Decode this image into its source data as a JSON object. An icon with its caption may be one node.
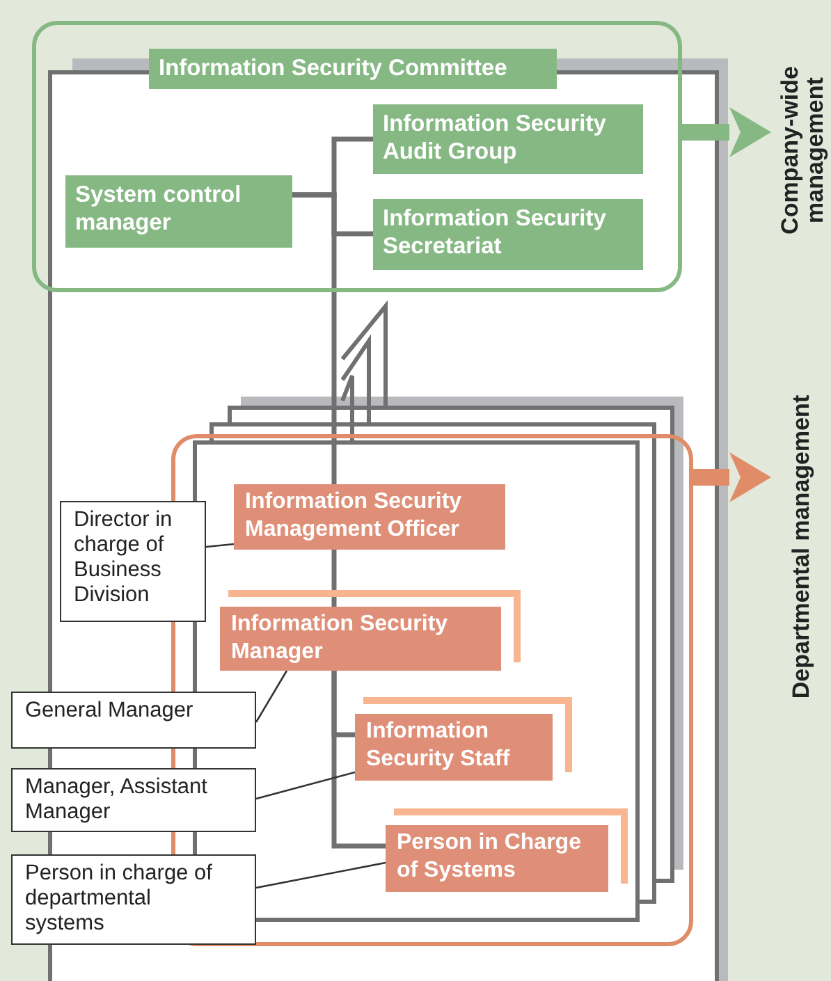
{
  "diagram": {
    "nodes": [
      {
        "text": [],
        "shape": "box"
      },
      {
        "text": [
          "Information Security Committee"
        ],
        "in": 0
      },
      {
        "text": [
          "Information Security Audit Group"
        ],
        "in": 0
      },
      {
        "text": [
          "System control manager"
        ],
        "in": 0
      },
      {
        "text": [
          "Information Security Secretariat"
        ],
        "in": 0
      },
      {
        "text": [],
        "shape": "box"
      },
      {
        "text": [
          "Information Security Management Officer"
        ],
        "in": 5
      },
      {
        "text": [
          "Information Security Manager"
        ],
        "in": 5
      },
      {
        "text": [
          "Information Security Staff"
        ],
        "in": 5
      },
      {
        "text": [
          "Person in Charge of Systems"
        ],
        "in": 5
      },
      {
        "text": [
          "Director in charge of Business Division"
        ]
      },
      {
        "text": [
          "General Manager"
        ]
      },
      {
        "text": [
          "Manager, Assistant Manager"
        ]
      },
      {
        "text": [
          "Person in charge of departmental systems"
        ]
      },
      {
        "text": [
          "Company-wide management"
        ]
      },
      {
        "text": [
          "Departmental management"
        ]
      }
    ],
    "edges": [
      {
        "from": 3,
        "to": 2,
        "arrow": "none"
      },
      {
        "from": 3,
        "to": 4,
        "arrow": "none"
      },
      {
        "from": 3,
        "to": 6,
        "arrow": "none"
      },
      {
        "from": 6,
        "to": 7,
        "arrow": "none"
      },
      {
        "from": 7,
        "to": 8,
        "arrow": "none"
      },
      {
        "from": 7,
        "to": 9,
        "arrow": "none"
      },
      {
        "from": 10,
        "to": 6,
        "arrow": "none",
        "color": "#333333"
      },
      {
        "from": 11,
        "to": 7,
        "arrow": "none",
        "color": "#333333"
      },
      {
        "from": 12,
        "to": 8,
        "arrow": "none",
        "color": "#333333"
      },
      {
        "from": 13,
        "to": 9,
        "arrow": "none",
        "color": "#333333"
      },
      {
        "from": 0,
        "to": 14,
        "arrow": "to",
        "style": "thick",
        "color": "#86b884"
      },
      {
        "from": 5,
        "to": 15,
        "arrow": "to",
        "style": "thick",
        "color": "#e08c68"
      }
    ]
  }
}
